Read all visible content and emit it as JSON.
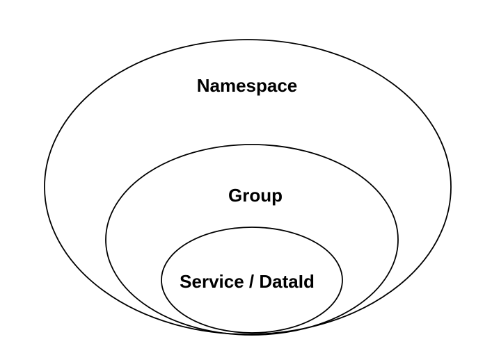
{
  "diagram": {
    "labels": {
      "outer": "Namespace",
      "middle": "Group",
      "inner": "Service / DataId"
    },
    "colors": {
      "stroke": "#000000",
      "text": "#000000",
      "background": "#ffffff"
    }
  }
}
